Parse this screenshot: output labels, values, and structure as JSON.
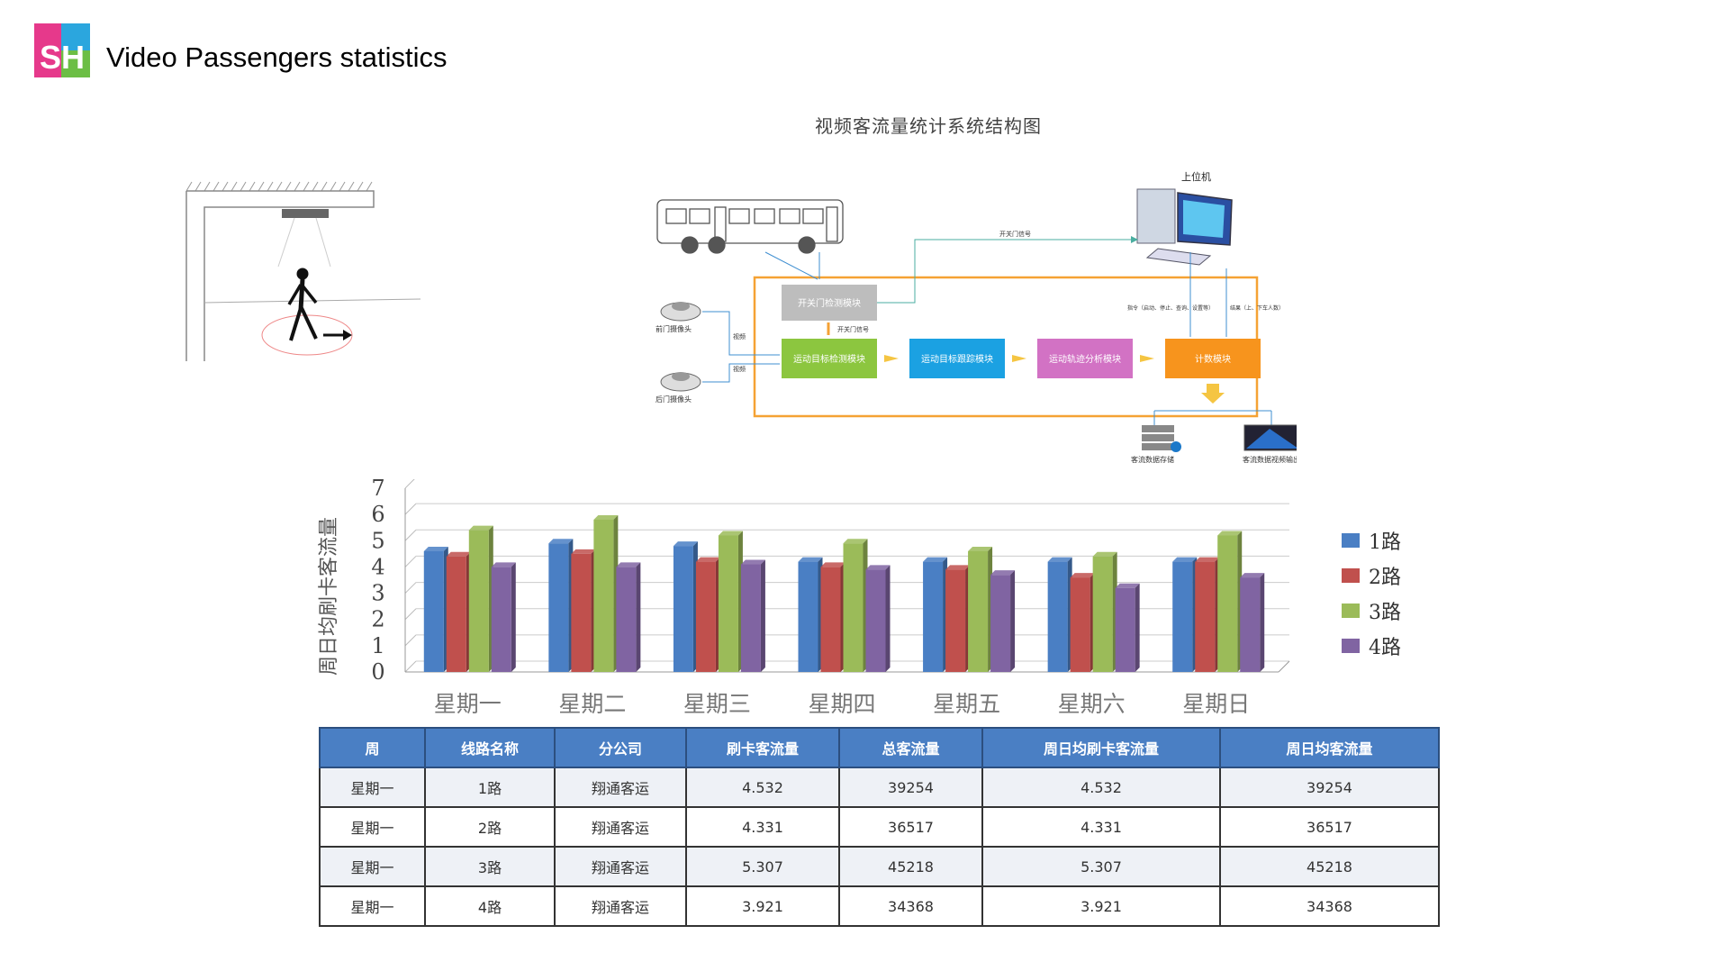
{
  "header": {
    "logo_text": "SH",
    "title": "Video Passengers statistics"
  },
  "diagram": {
    "title": "视频客流量统计系统结构图",
    "host_label": "上位机",
    "door_signal_label": "开关门信号",
    "door_detect_label": "开关门检测模块",
    "door_signal_label2": "开关门信号",
    "front_camera_label": "前门摄像头",
    "rear_camera_label": "后门摄像头",
    "video_label_1": "视频",
    "video_label_2": "视频",
    "module_detect": "运动目标检测模块",
    "module_track": "运动目标跟踪模块",
    "module_trajectory": "运动轨迹分析模块",
    "module_count": "计数模块",
    "cmd_label": "指令（启动、停止、查询、设置等）",
    "result_label": "结果（上、下车人数）",
    "storage_label": "客流数据存储",
    "video_output_label": "客流数据视频输出",
    "colors": {
      "frame": "#f5a234",
      "door_box": "#bdbdbd",
      "detect_box": "#8cc63f",
      "track_box": "#1ba1e2",
      "trajectory_box": "#d272c4",
      "count_box": "#f7941d"
    }
  },
  "chart_data": {
    "type": "bar",
    "ylabel": "周日均刷卡客流量",
    "ylim": [
      0,
      7
    ],
    "yticks": [
      "0",
      "1",
      "2",
      "3",
      "4",
      "5",
      "6",
      "7"
    ],
    "categories": [
      "星期一",
      "星期二",
      "星期三",
      "星期四",
      "星期五",
      "星期六",
      "星期日"
    ],
    "series": [
      {
        "name": "1路",
        "color": "#4a7fc4",
        "values": [
          4.6,
          4.9,
          4.8,
          4.2,
          4.2,
          4.2,
          4.2
        ]
      },
      {
        "name": "2路",
        "color": "#c0504d",
        "values": [
          4.4,
          4.5,
          4.2,
          4.0,
          3.9,
          3.6,
          4.2
        ]
      },
      {
        "name": "3路",
        "color": "#9bbb59",
        "values": [
          5.4,
          5.8,
          5.2,
          4.9,
          4.6,
          4.4,
          5.2
        ]
      },
      {
        "name": "4路",
        "color": "#8064a2",
        "values": [
          4.0,
          4.0,
          4.1,
          3.9,
          3.7,
          3.2,
          3.6
        ]
      }
    ],
    "legend_position": "right",
    "grid": true
  },
  "table": {
    "headers": [
      "周",
      "线路名称",
      "分公司",
      "刷卡客流量",
      "总客流量",
      "周日均刷卡客流量",
      "周日均客流量"
    ],
    "rows": [
      [
        "星期一",
        "1路",
        "翔通客运",
        "4.532",
        "39254",
        "4.532",
        "39254"
      ],
      [
        "星期一",
        "2路",
        "翔通客运",
        "4.331",
        "36517",
        "4.331",
        "36517"
      ],
      [
        "星期一",
        "3路",
        "翔通客运",
        "5.307",
        "45218",
        "5.307",
        "45218"
      ],
      [
        "星期一",
        "4路",
        "翔通客运",
        "3.921",
        "34368",
        "3.921",
        "34368"
      ]
    ]
  }
}
